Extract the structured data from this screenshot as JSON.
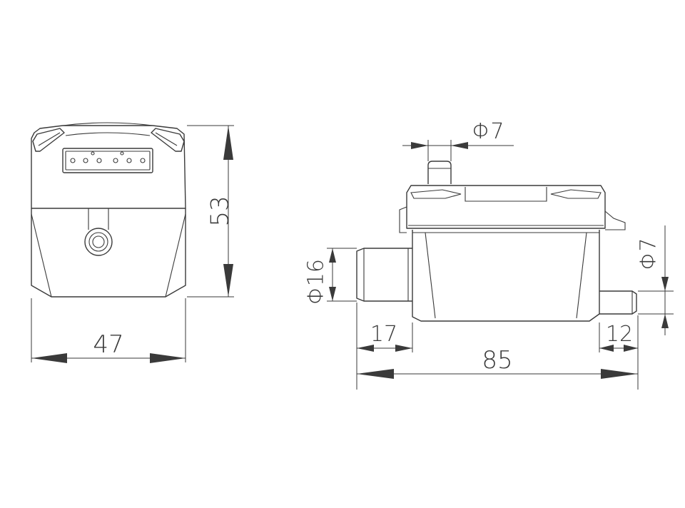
{
  "front_view": {
    "width_label": "47",
    "height_label": "53"
  },
  "side_view": {
    "top_outlet_label": "Φ7",
    "inlet_diameter_label": "Φ16",
    "outlet_diameter_label": "Φ7",
    "inlet_length_label": "17",
    "outlet_length_label": "12",
    "overall_length_label": "85"
  },
  "line_color": "#3a3a3a"
}
